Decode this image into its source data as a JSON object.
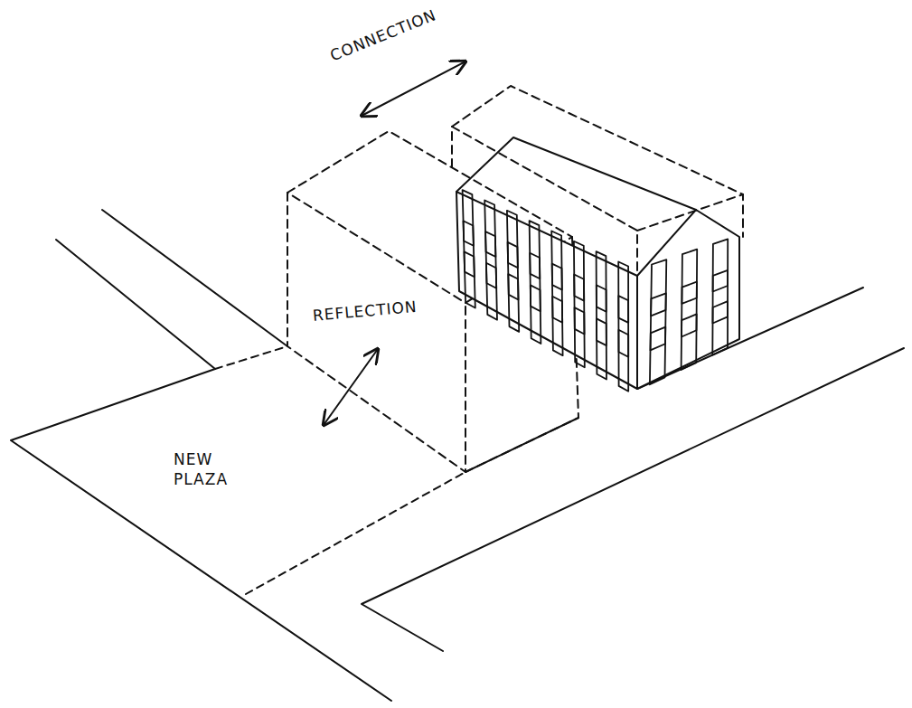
{
  "diagram": {
    "labels": [
      "CONNECTION",
      "REFLECTION",
      "NEW PLAZA"
    ]
  }
}
